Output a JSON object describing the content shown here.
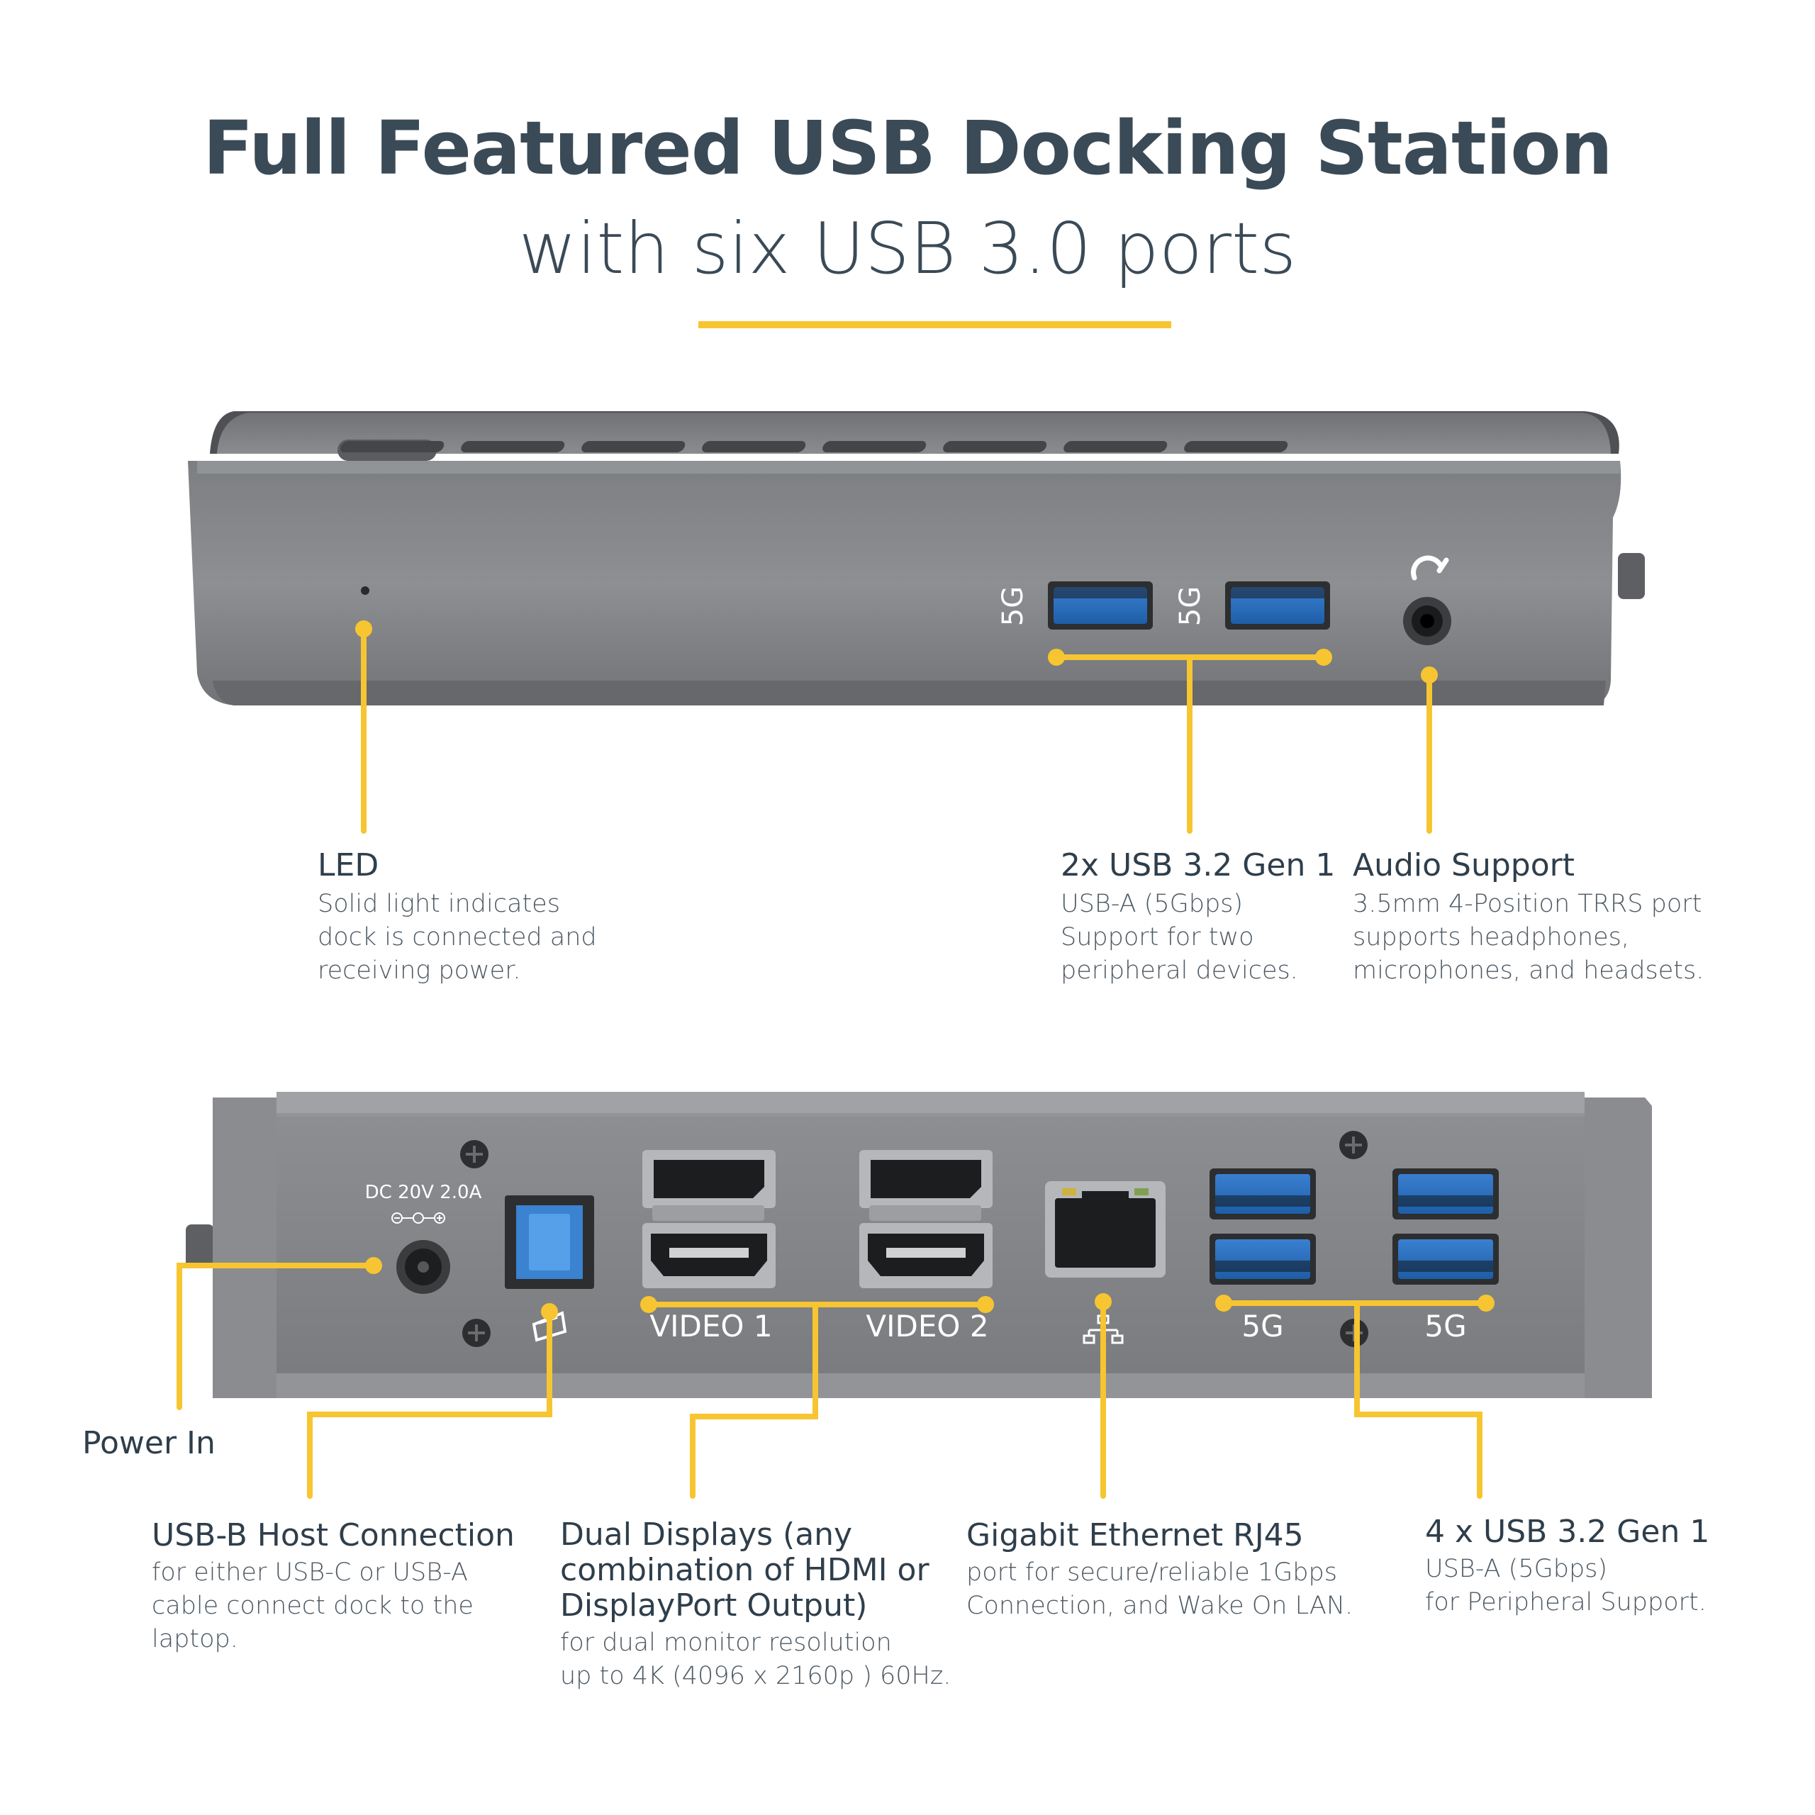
{
  "accent_color": "#f7c531",
  "header": {
    "title": "Full Featured USB Docking Station",
    "subtitle": "with six USB 3.0 ports"
  },
  "front_panel": {
    "port_label_1": "5G",
    "port_label_2": "5G"
  },
  "rear_panel": {
    "power_rating": "DC 20V 2.0A",
    "video_1_label": "VIDEO 1",
    "video_2_label": "VIDEO 2",
    "usb_group_1_label": "5G",
    "usb_group_2_label": "5G"
  },
  "callouts": {
    "led": {
      "title": "LED",
      "lines": [
        "Solid light indicates",
        "dock is connected and",
        "receiving power."
      ]
    },
    "front_usb": {
      "title": "2x USB 3.2 Gen 1",
      "lines": [
        "USB-A (5Gbps)",
        "Support for two",
        "peripheral devices."
      ]
    },
    "audio": {
      "title": "Audio Support",
      "lines": [
        "3.5mm 4-Position TRRS port",
        "supports headphones,",
        "microphones, and headsets."
      ]
    },
    "power_in": {
      "title": "Power In"
    },
    "usb_b": {
      "title": "USB-B Host Connection",
      "lines": [
        "for either USB-C or USB-A",
        "cable connect dock to the",
        "laptop."
      ]
    },
    "displays": {
      "title_lines": [
        "Dual Displays (any",
        "combination of HDMI or",
        "DisplayPort Output)"
      ],
      "lines": [
        "for dual monitor resolution",
        "up to 4K (4096 x 2160p ) 60Hz."
      ]
    },
    "ethernet": {
      "title": "Gigabit Ethernet RJ45",
      "lines": [
        "port for secure/reliable 1Gbps",
        "Connection,  and Wake On LAN."
      ]
    },
    "rear_usb": {
      "title": "4 x USB 3.2 Gen 1",
      "lines": [
        "USB-A (5Gbps)",
        "for Peripheral Support."
      ]
    }
  }
}
